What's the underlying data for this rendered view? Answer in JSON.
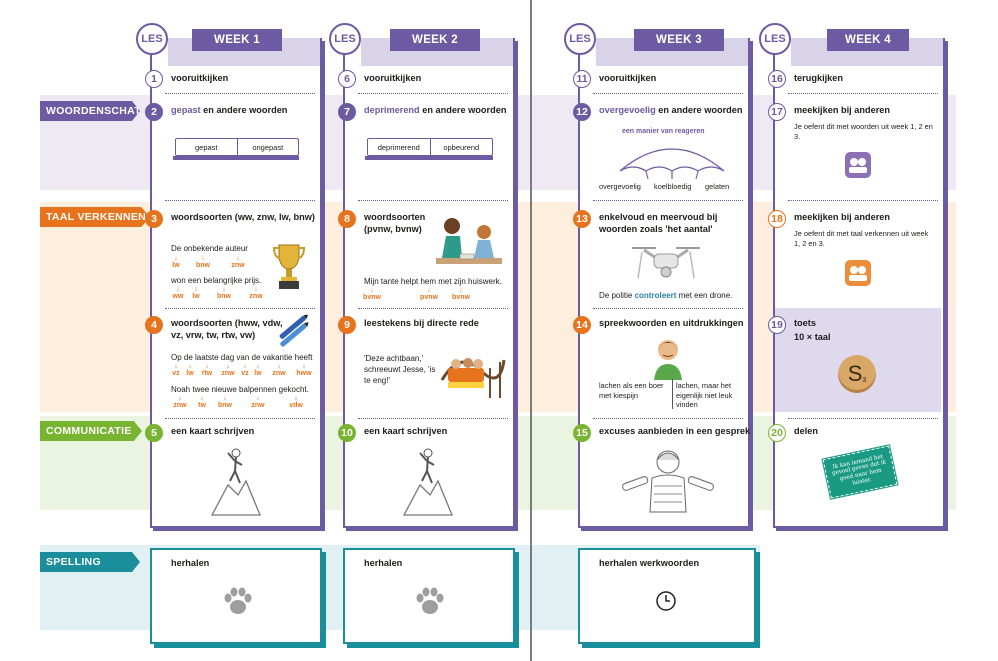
{
  "header": {
    "les_label": "LES",
    "weeks": [
      "WEEK 1",
      "WEEK 2",
      "WEEK 3",
      "WEEK 4"
    ]
  },
  "sections": {
    "woordenschat": "WOORDENSCHAT",
    "taal_verkennen": "TAAL VERKENNEN",
    "communicatie": "COMMUNICATIE",
    "spelling": "SPELLING"
  },
  "colors": {
    "purple": "#6c5aa2",
    "orange": "#e8731d",
    "green": "#78b432",
    "teal": "#1a8e9a"
  },
  "week1": {
    "l1": {
      "num": "1",
      "title": "vooruitkijken"
    },
    "l2": {
      "num": "2",
      "keyword": "gepast",
      "rest": " en andere woorden",
      "bar_left": "gepast",
      "bar_right": "ongepast"
    },
    "l3": {
      "num": "3",
      "title": "woordsoorten (ww, znw, lw, bnw)",
      "s1": "De onbekende auteur",
      "s1_tags": [
        "lw",
        "bnw",
        "znw"
      ],
      "s2": "won een belangrijke prijs.",
      "s2_tags": [
        "ww",
        "lw",
        "bnw",
        "znw"
      ],
      "icon": "trophy-icon"
    },
    "l4": {
      "num": "4",
      "title": "woordsoorten (hww, vdw, vz, vrw, tw, rtw, vw)",
      "s1": "Op de laatste dag van de vakantie heeft",
      "s1_tags": [
        "vz",
        "lw",
        "rtw",
        "znw",
        "vz",
        "lw",
        "znw",
        "hww"
      ],
      "s2": "Noah twee nieuwe balpennen gekocht.",
      "s2_tags": [
        "znw",
        "tw",
        "bnw",
        "znw",
        "vdw"
      ],
      "icon": "pens-icon"
    },
    "l5": {
      "num": "5",
      "title": "een kaart schrijven",
      "icon": "climber-icon"
    },
    "spelling": {
      "title": "herhalen",
      "icon": "paw-icon"
    }
  },
  "week2": {
    "l6": {
      "num": "6",
      "title": "vooruitkijken"
    },
    "l7": {
      "num": "7",
      "keyword": "deprimerend",
      "rest": " en andere woorden",
      "bar_left": "deprimerend",
      "bar_right": "opbeurend"
    },
    "l8": {
      "num": "8",
      "title": "woordsoorten (pvnw, bvnw)",
      "s1": "Mijn tante helpt hem met zijn huiswerk.",
      "s1_tags": [
        "bvnw",
        "pvnw",
        "bvnw"
      ],
      "icon": "homework-icon"
    },
    "l9": {
      "num": "9",
      "title": "leestekens bij directe rede",
      "quote": "'Deze achtbaan,' schreeuwt Jesse, 'is te eng!'",
      "icon": "rollercoaster-icon"
    },
    "l10": {
      "num": "10",
      "title": "een kaart schrijven",
      "icon": "climber-icon"
    },
    "spelling": {
      "title": "herhalen",
      "icon": "paw-icon"
    }
  },
  "week3": {
    "l11": {
      "num": "11",
      "title": "vooruitkijken"
    },
    "l12": {
      "num": "12",
      "keyword": "overgevoelig",
      "rest": " en andere woorden",
      "umbrella_title": "een manier van reageren",
      "words": [
        "overgevoelig",
        "koelbloedig",
        "gelaten"
      ]
    },
    "l13": {
      "num": "13",
      "title": "enkelvoud en meervoud bij woorden zoals 'het aantal'",
      "s_pre": "De politie ",
      "s_kw": "controleert",
      "s_post": " met een drone.",
      "icon": "drone-icon"
    },
    "l14": {
      "num": "14",
      "title": "spreekwoorden en uitdrukkingen",
      "left": "lachen als een boer met kiespijn",
      "right": "lachen, maar het eigenlijk niet leuk vinden",
      "icon": "boy-icon"
    },
    "l15": {
      "num": "15",
      "title": "excuses aanbieden in een gesprek",
      "icon": "skater-icon"
    },
    "spelling": {
      "title": "herhalen werkwoorden",
      "icon": "clock-icon"
    }
  },
  "week4": {
    "l16": {
      "num": "16",
      "title": "terugkijken"
    },
    "l17": {
      "num": "17",
      "title": "meekijken bij anderen",
      "text": "Je oefent dit met woorden uit week 1, 2 en 3.",
      "icon": "peers-purple-icon"
    },
    "l18": {
      "num": "18",
      "title": "meekijken bij anderen",
      "text": "Je oefent dit met taal verkennen uit week 1, 2 en 3.",
      "icon": "peers-orange-icon"
    },
    "l19": {
      "num": "19",
      "title": "toets",
      "sub": "10 × taal",
      "coin_letter": "S",
      "coin_sub": "3"
    },
    "l20": {
      "num": "20",
      "title": "delen",
      "card_text": "Ik kan iemand het gevoel geven dat ik goed naar hem luister."
    }
  }
}
